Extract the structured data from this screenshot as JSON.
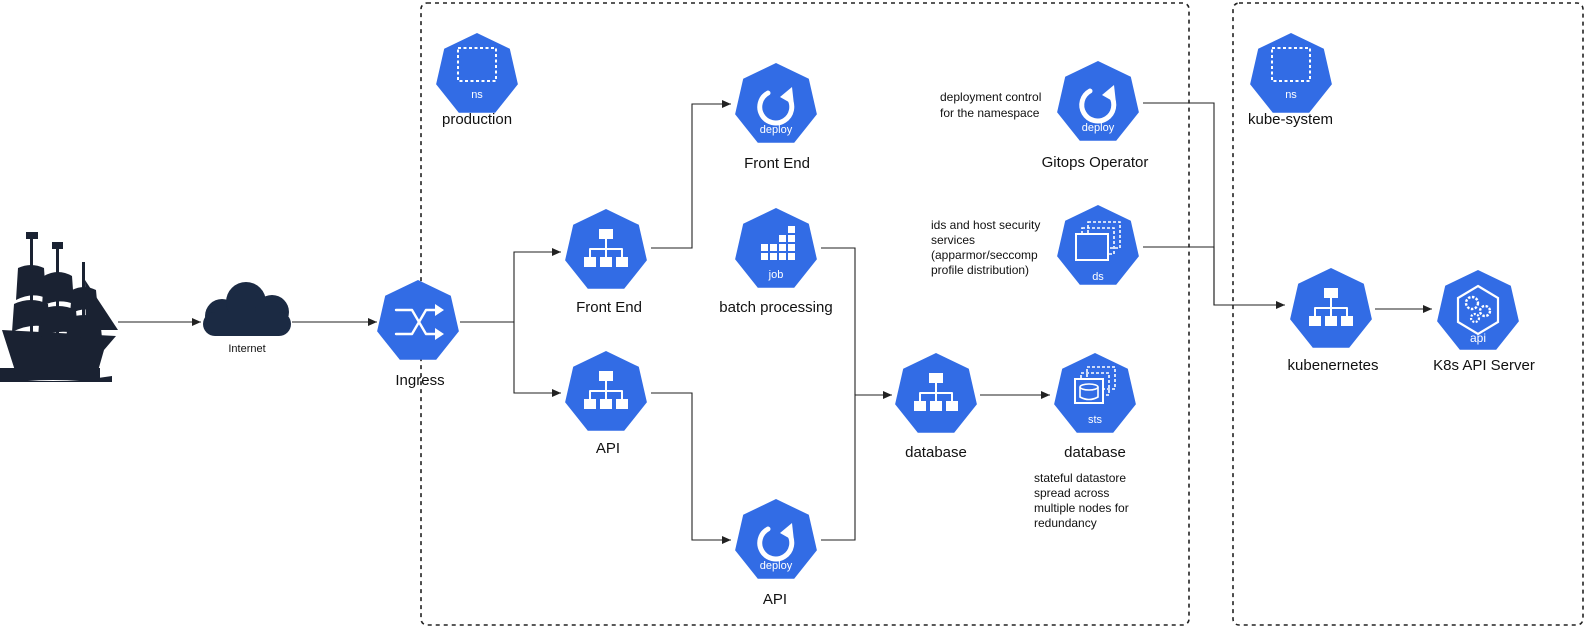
{
  "colors": {
    "kube_blue": "#326ce5",
    "line": "#222222",
    "cloud": "#1b2a43",
    "ship": "#1a2232"
  },
  "zones": [
    {
      "id": "production",
      "icon": "namespace-icon",
      "icon_text": "ns",
      "label": "production"
    },
    {
      "id": "kube-system",
      "icon": "namespace-icon",
      "icon_text": "ns",
      "label": "kube-system"
    }
  ],
  "nodes": [
    {
      "id": "pirate-ship",
      "icon": "pirate-ship-icon",
      "label": ""
    },
    {
      "id": "internet",
      "icon": "cloud-icon",
      "label": "Internet"
    },
    {
      "id": "ingress",
      "icon": "shuffle-icon",
      "icon_text": "",
      "label": "Ingress"
    },
    {
      "id": "svc-frontend",
      "icon": "service-icon",
      "icon_text": "",
      "label": "Front End"
    },
    {
      "id": "svc-api",
      "icon": "service-icon",
      "icon_text": "",
      "label": "API"
    },
    {
      "id": "deploy-frontend",
      "icon": "deployment-icon",
      "icon_text": "deploy",
      "label": "Front End"
    },
    {
      "id": "job-batch",
      "icon": "job-icon",
      "icon_text": "job",
      "label": "batch processing"
    },
    {
      "id": "deploy-api",
      "icon": "deployment-icon",
      "icon_text": "deploy",
      "label": "API"
    },
    {
      "id": "svc-database",
      "icon": "service-icon",
      "icon_text": "",
      "label": "database"
    },
    {
      "id": "sts-database",
      "icon": "statefulset-icon",
      "icon_text": "sts",
      "label": "database"
    },
    {
      "id": "deploy-gitops",
      "icon": "deployment-icon",
      "icon_text": "deploy",
      "label": "Gitops Operator"
    },
    {
      "id": "ds-security",
      "icon": "daemonset-icon",
      "icon_text": "ds",
      "label": ""
    },
    {
      "id": "svc-kubernetes",
      "icon": "service-icon",
      "icon_text": "",
      "label": "kubenernetes"
    },
    {
      "id": "api-server",
      "icon": "api-server-icon",
      "icon_text": "api",
      "label": "K8s API Server"
    }
  ],
  "notes": {
    "gitops": [
      "deployment control",
      "for the namespace"
    ],
    "ds": [
      "ids and host security",
      "services",
      "(apparmor/seccomp",
      "profile distribution)"
    ],
    "sts": [
      "stateful datastore",
      "spread across",
      "multiple nodes for",
      "redundancy"
    ]
  },
  "edges": [
    {
      "from": "pirate-ship",
      "to": "internet"
    },
    {
      "from": "internet",
      "to": "ingress"
    },
    {
      "from": "ingress",
      "to": "svc-frontend"
    },
    {
      "from": "ingress",
      "to": "svc-api"
    },
    {
      "from": "svc-frontend",
      "to": "deploy-frontend"
    },
    {
      "from": "svc-api",
      "to": "deploy-api"
    },
    {
      "from": "job-batch",
      "to": "svc-database"
    },
    {
      "from": "deploy-api",
      "to": "svc-database"
    },
    {
      "from": "svc-database",
      "to": "sts-database"
    },
    {
      "from": "deploy-gitops",
      "to": "svc-kubernetes"
    },
    {
      "from": "ds-security",
      "to": "svc-kubernetes"
    },
    {
      "from": "svc-kubernetes",
      "to": "api-server"
    }
  ]
}
